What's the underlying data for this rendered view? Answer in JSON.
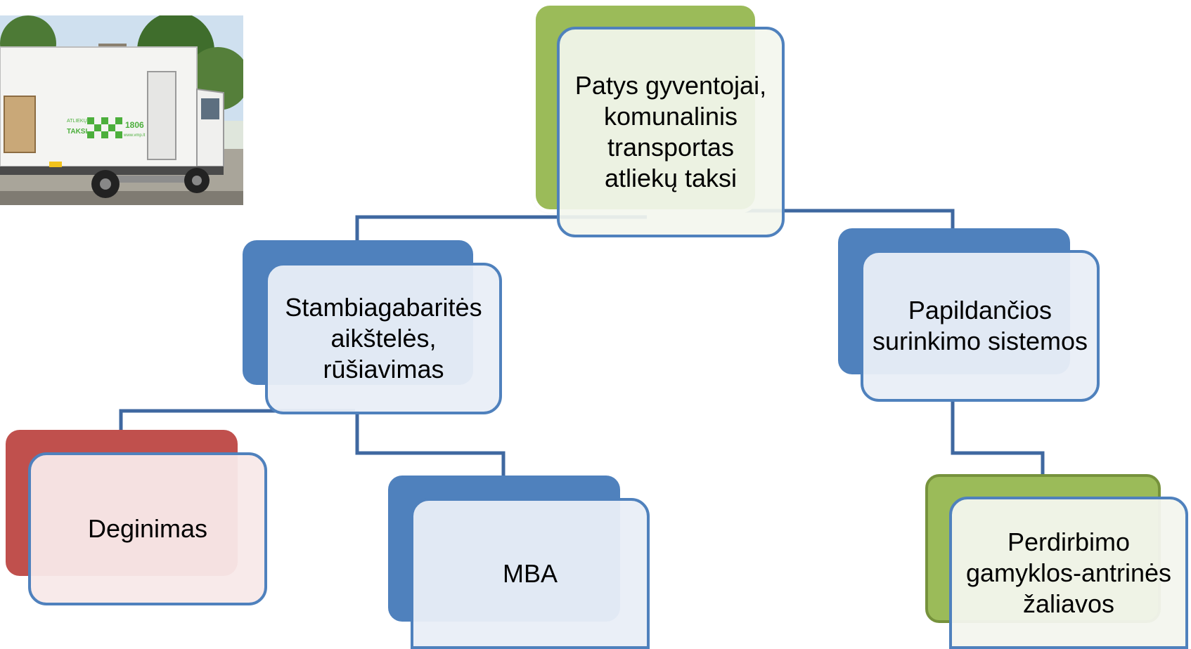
{
  "diagram": {
    "root": {
      "label": "Patys gyventojai, komunalinis transportas atliekų taksi"
    },
    "left_branch": {
      "label": "Stambiagabaritės aikštelės, rūšiavimas"
    },
    "right_branch": {
      "label": "Papildančios surinkimo sistemos"
    },
    "leaf_incineration": {
      "label": "Deginimas"
    },
    "leaf_mba": {
      "label": "MBA"
    },
    "leaf_recycling": {
      "label": "Perdirbimo gamyklos-antrinės žaliavos"
    }
  },
  "photo": {
    "truck_lettering": [
      "ATLIEKŲ",
      "TAKSI",
      "1806",
      "www.vmp.lt"
    ]
  },
  "colors": {
    "blue": "#4f81bd",
    "green": "#9bbb59",
    "red": "#c0504d",
    "blue_tint": "#e9eef7",
    "green_tint": "#f3f6ee",
    "red_tint": "#f8e9e9",
    "connector": "#3f68a0"
  }
}
